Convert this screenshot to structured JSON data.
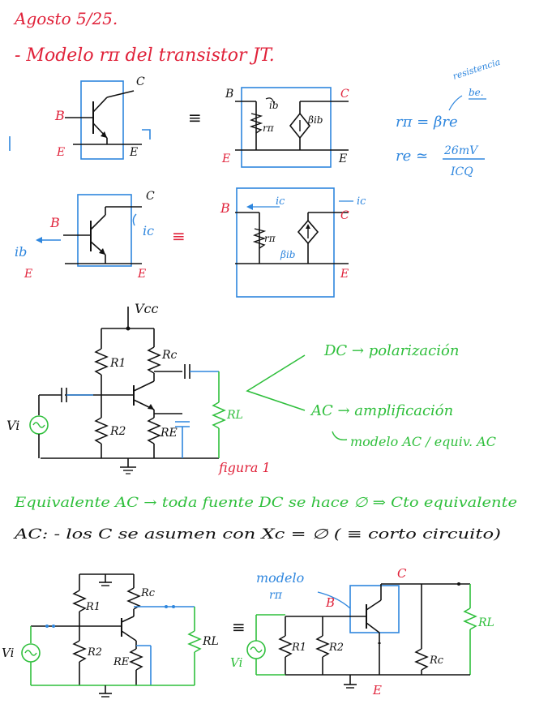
{
  "colors": {
    "ink": "#111111",
    "red": "#e0223a",
    "blue": "#2e86de",
    "green": "#2fbf3c"
  },
  "heading": {
    "date": "Agosto 5/25.",
    "title": "- Modelo rπ del transistor  JT."
  },
  "model1": {
    "b": "B",
    "c": "C",
    "e": "E",
    "ib": "ib",
    "rpi": "rπ",
    "beta_ib": "βib",
    "equiv": "≡"
  },
  "notes": {
    "resistencia": "resistencia",
    "be": "be.",
    "rpi_eq": "rπ = βre",
    "re_eq": "re ≃",
    "re_num": "26mV",
    "re_den": "ICQ"
  },
  "model2": {
    "b": "B",
    "c": "C",
    "e": "E",
    "ic": "ic",
    "ib": "ib",
    "rpi": "rπ",
    "beta_ib": "βib",
    "equiv": "≡"
  },
  "figure1": {
    "vcc": "Vcc",
    "r1": "R1",
    "r2": "R2",
    "rc": "Rc",
    "re": "RE",
    "rl": "RL",
    "vi": "Vi",
    "caption": "figura 1"
  },
  "branches": {
    "dc": "DC → polarización",
    "ac": "AC → amplificación",
    "ac_model": "modelo AC / equiv. AC"
  },
  "ac_text": {
    "line1": "Equivalente AC → toda fuente DC se hace ∅ ⇒ Cto equivalente",
    "line2": "AC:  - los C se asumen con Xc = ∅  ( ≡ corto circuito)"
  },
  "bottom_left": {
    "r1": "R1",
    "r2": "R2",
    "rc": "Rc",
    "re": "RE",
    "rl": "RL",
    "vi": "Vi",
    "equiv": "≡"
  },
  "bottom_right": {
    "modelo": "modelo",
    "rpi": "rπ",
    "b": "B",
    "c": "C",
    "e": "E",
    "r1": "R1",
    "r2": "R2",
    "rc": "Rc",
    "rl": "RL",
    "vi": "Vi"
  }
}
